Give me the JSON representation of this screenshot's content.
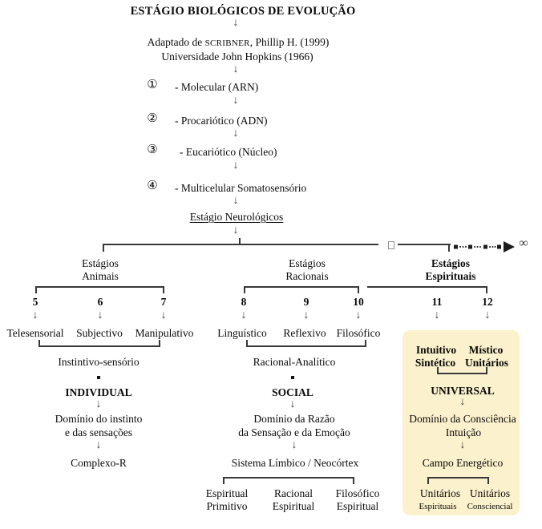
{
  "glyphs": {
    "down": "↓",
    "infinity": "∞"
  },
  "header": {
    "title": "ESTÁGIO BIOLÓGICOS DE EVOLUÇÃO",
    "credit_pre": "Adaptado de ",
    "credit_name": "SCRIBNER",
    "credit_post": ", Phillip H. (1999)",
    "credit_line2": "Universidade John Hopkins (1966)"
  },
  "bio_stages": [
    {
      "num": "①",
      "label": "- Molecular (ARN)"
    },
    {
      "num": "②",
      "label": "- Procariótico (ADN)"
    },
    {
      "num": "③",
      "label": "- Eucariótico (Núcleo)"
    },
    {
      "num": "④",
      "label": "- Multicelular Somatosensório"
    }
  ],
  "neuro_stage": "Estágio Neurológicos",
  "highlight_color": "#FBF1CC",
  "columns": {
    "animal": {
      "title_line1": "Estágios",
      "title_line2": "Animais",
      "numbers": [
        "5",
        "6",
        "7"
      ],
      "stages": [
        "Telesensorial",
        "Subjectivo",
        "Manipulativo"
      ],
      "synthesis": "Instintivo-sensório",
      "scope": "INDIVIDUAL",
      "domain_line1": "Domínio do instinto",
      "domain_line2": "e das sensações",
      "outcome": "Complexo-R"
    },
    "rational": {
      "title_line1": "Estágios",
      "title_line2": "Racionais",
      "numbers": [
        "8",
        "9",
        "10"
      ],
      "stages": [
        "Linguístico",
        "Reflexivo",
        "Filosófico"
      ],
      "synthesis": "Racional-Analítico",
      "scope": "SOCIAL",
      "domain_line1": "Domínio da Razão",
      "domain_line2": "da Sensação e da Emoção",
      "system": "Sistema Límbico / Neocórtex",
      "outcomes": [
        {
          "line1": "Espiritual",
          "line2": "Primitivo"
        },
        {
          "line1": "Racional",
          "line2": "Espiritual"
        },
        {
          "line1": "Filosófico",
          "line2": "Espiritual"
        }
      ]
    },
    "spiritual": {
      "title_line1": "Estágios",
      "title_line2": "Espirituais",
      "numbers": [
        "11",
        "12"
      ],
      "stages": [
        {
          "line1": "Intuitivo",
          "line2": "Sintético"
        },
        {
          "line1": "Místico",
          "line2": "Unitários"
        }
      ],
      "scope": "UNIVERSAL",
      "domain_line1": "Domínio da Consciência",
      "domain_line2": "Intuição",
      "field": "Campo Energético",
      "outcomes": [
        {
          "line1": "Unitários",
          "line2": "Espirituais"
        },
        {
          "line1": "Unitários",
          "line2": "Consciencial"
        }
      ]
    }
  }
}
